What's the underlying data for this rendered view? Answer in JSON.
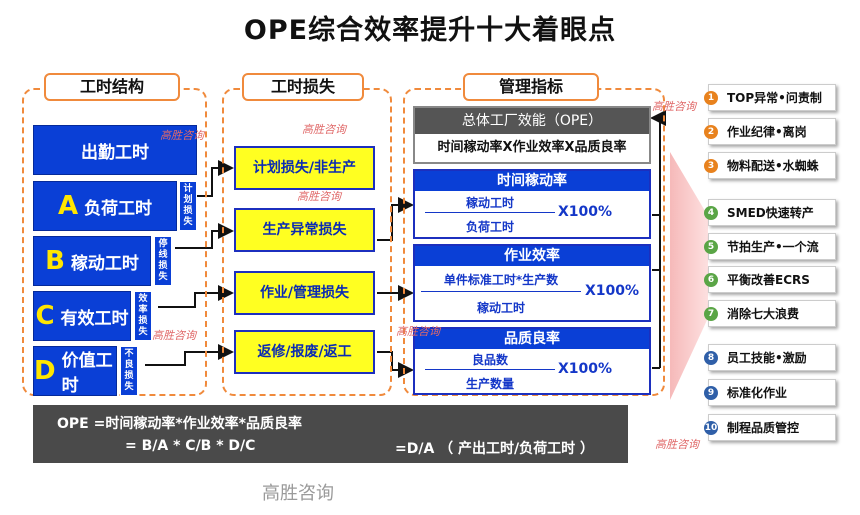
{
  "title": "OPE综合效率提升十大着眼点",
  "sections": {
    "structure": "工时结构",
    "loss": "工时损失",
    "index": "管理指标"
  },
  "structure_boxes": [
    {
      "letter": "",
      "label": "出勤工时",
      "tag": ""
    },
    {
      "letter": "A",
      "label": "负荷工时",
      "tag": "计划损失"
    },
    {
      "letter": "B",
      "label": "稼动工时",
      "tag": "停线损失"
    },
    {
      "letter": "C",
      "label": "有效工时",
      "tag": "效率损失"
    },
    {
      "letter": "D",
      "label": "价值工时",
      "tag": "不良损失"
    }
  ],
  "loss_boxes": [
    "计划损失/非生产",
    "生产异常损失",
    "作业/管理损失",
    "返修/报废/返工"
  ],
  "ope_box": {
    "title": "总体工厂效能（OPE）",
    "formula": "时间稼动率X作业效率X品质良率"
  },
  "panels": [
    {
      "title": "时间稼动率",
      "numerator": "稼动工时",
      "denominator": "负荷工时",
      "mult": "X100%"
    },
    {
      "title": "作业效率",
      "numerator": "单件标准工时*生产数",
      "denominator": "稼动工时",
      "mult": "X100%"
    },
    {
      "title": "品质良率",
      "numerator": "良品数",
      "denominator": "生产数量",
      "mult": "X100%"
    }
  ],
  "focus_points": [
    {
      "num": "1",
      "label": "TOP异常•问责制",
      "color": "#e8821e"
    },
    {
      "num": "2",
      "label": "作业纪律•离岗",
      "color": "#e8821e"
    },
    {
      "num": "3",
      "label": "物料配送•水蜘蛛",
      "color": "#e8821e"
    },
    {
      "num": "4",
      "label": "SMED快速转产",
      "color": "#5aa546"
    },
    {
      "num": "5",
      "label": "节拍生产•一个流",
      "color": "#5aa546"
    },
    {
      "num": "6",
      "label": "平衡改善ECRS",
      "color": "#5aa546"
    },
    {
      "num": "7",
      "label": "消除七大浪费",
      "color": "#5aa546"
    },
    {
      "num": "8",
      "label": "员工技能•激励",
      "color": "#2f5fa8"
    },
    {
      "num": "9",
      "label": "标准化作业",
      "color": "#2f5fa8"
    },
    {
      "num": "10",
      "label": "制程品质管控",
      "color": "#2f5fa8"
    }
  ],
  "formula_lines": {
    "line1": "OPE =时间稼动率*作业效率*品质良率",
    "line2": "= B/A * C/B * D/C",
    "line3": "=D/A （ 产出工时/负荷工时 ）"
  },
  "watermark": "高胜咨询",
  "colors": {
    "accent": "#f08a3c",
    "blue": "#0a3fd6",
    "yellow": "#ffff21"
  }
}
